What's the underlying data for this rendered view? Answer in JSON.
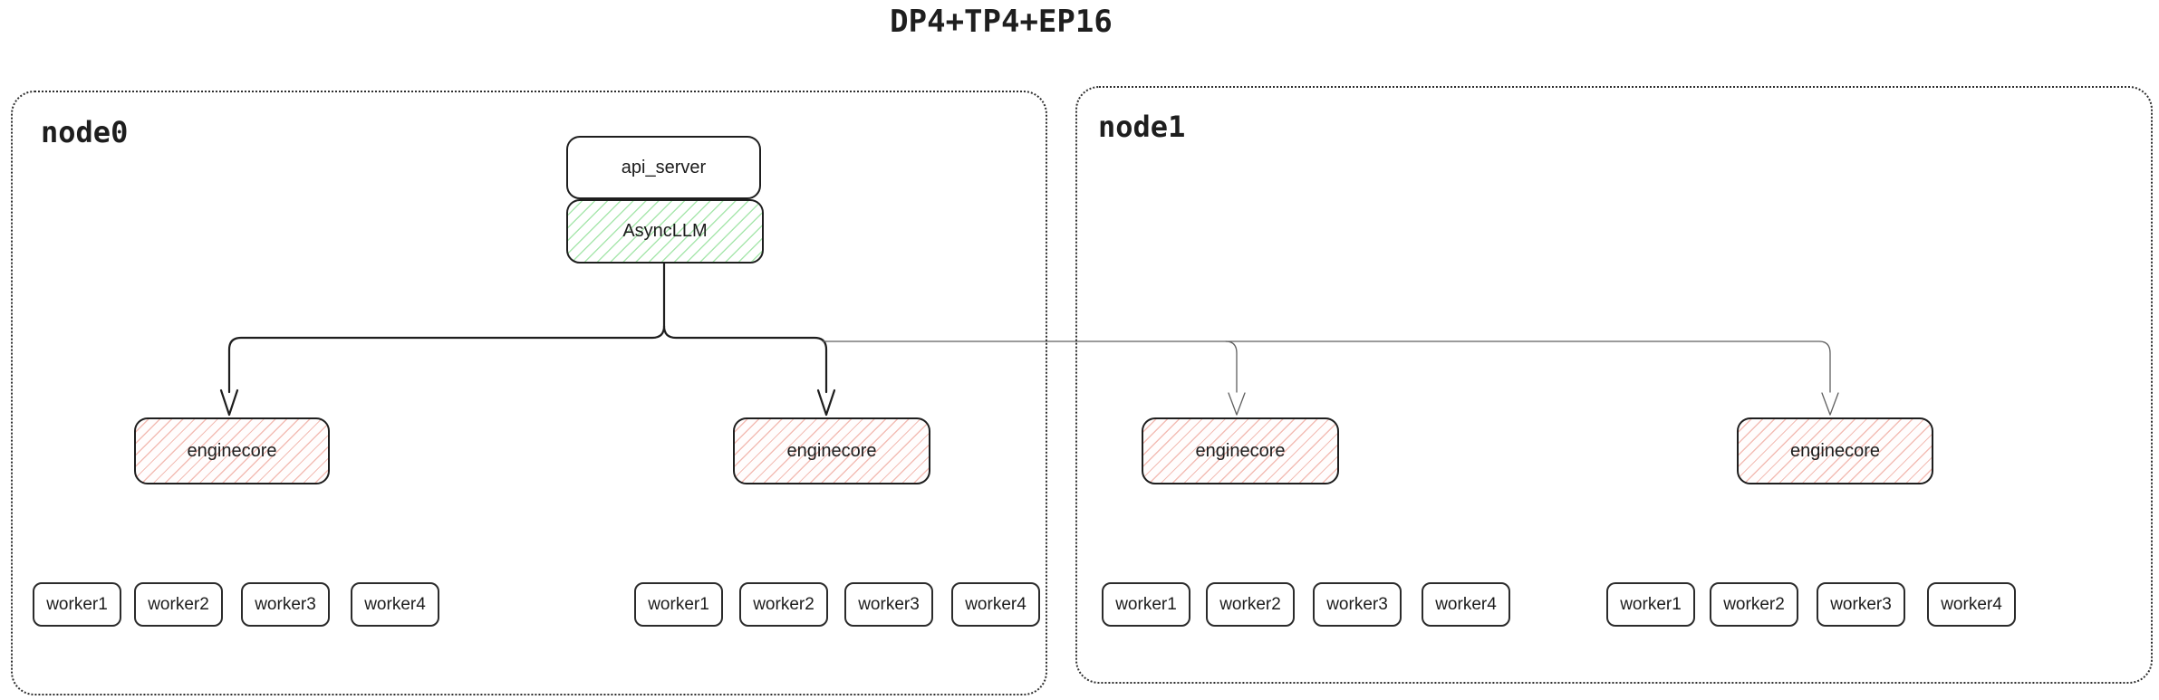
{
  "title": "DP4+TP4+EP16",
  "colors": {
    "ink": "#1e1e1e",
    "thin_connector": "#5f5f5f",
    "green_hatch": "#a9e7ae",
    "red_hatch": "#f3bdb5"
  },
  "nodes": [
    {
      "label": "node0",
      "api_server_label": "api_server",
      "async_llm_label": "AsyncLLM",
      "enginecores": [
        {
          "label": "enginecore",
          "workers": [
            "worker1",
            "worker2",
            "worker3",
            "worker4"
          ]
        },
        {
          "label": "enginecore",
          "workers": [
            "worker1",
            "worker2",
            "worker3",
            "worker4"
          ]
        }
      ]
    },
    {
      "label": "node1",
      "enginecores": [
        {
          "label": "enginecore",
          "workers": [
            "worker1",
            "worker2",
            "worker3",
            "worker4"
          ]
        },
        {
          "label": "enginecore",
          "workers": [
            "worker1",
            "worker2",
            "worker3",
            "worker4"
          ]
        }
      ]
    }
  ]
}
